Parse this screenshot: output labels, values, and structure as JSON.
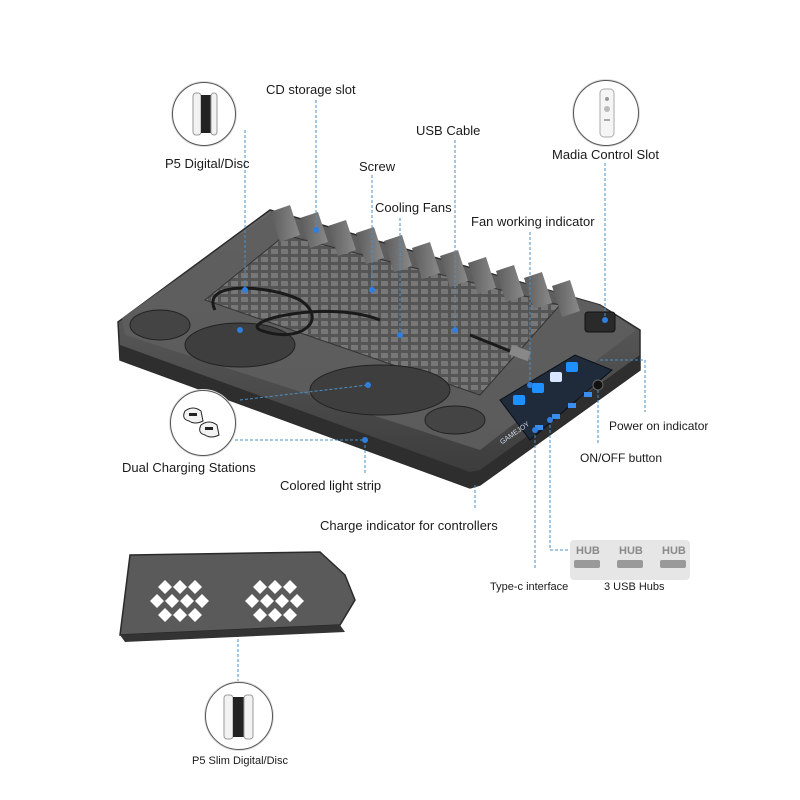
{
  "labels": {
    "cd_storage_slot": "CD storage slot",
    "usb_cable": "USB Cable",
    "p5_digital_disc": "P5  Digital/Disc",
    "screw": "Screw",
    "madia_control_slot": "Madia Control Slot",
    "cooling_fans": "Cooling Fans",
    "fan_working_indicator": "Fan working indicator",
    "power_on_indicator": "Power on indicator",
    "on_off_button": "ON/OFF button",
    "dual_charging_stations": "Dual Charging Stations",
    "colored_light_strip": "Colored light strip",
    "charge_indicator": "Charge indicator for controllers",
    "type_c_interface": "Type-c interface",
    "usb_hubs": "3 USB Hubs",
    "p5_slim": "P5 Slim Digital/Disc"
  },
  "hub_text": "HUB",
  "brand_text": "GAMEJOY",
  "colors": {
    "body": "#4a4a4a",
    "body_dark": "#2f2f2f",
    "leader_line": "#4a90c8",
    "accent_blue": "#2f7fe0"
  }
}
